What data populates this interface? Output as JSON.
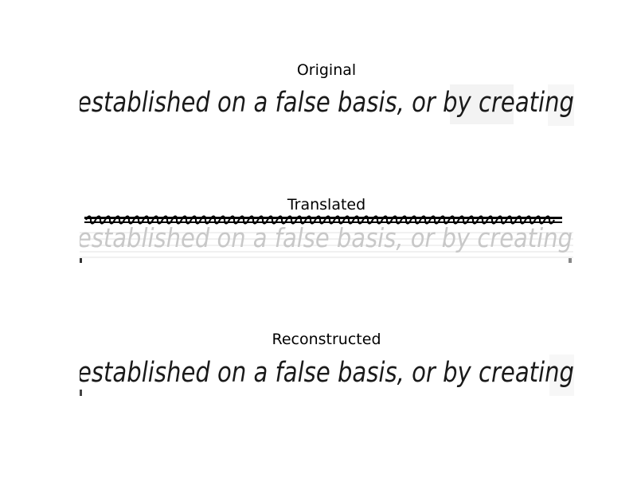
{
  "panels": [
    {
      "title": "Original",
      "text": "established on a false basis, or by creating"
    },
    {
      "title": "Translated",
      "text": "established on a false basis, or by creating"
    },
    {
      "title": "Reconstructed",
      "text": "established on a false basis, or by creating"
    }
  ],
  "colors": {
    "ink": "#1a1a1a",
    "faded_ink": "#c8c8c8",
    "pattern_band": "#000000",
    "background": "#ffffff"
  }
}
